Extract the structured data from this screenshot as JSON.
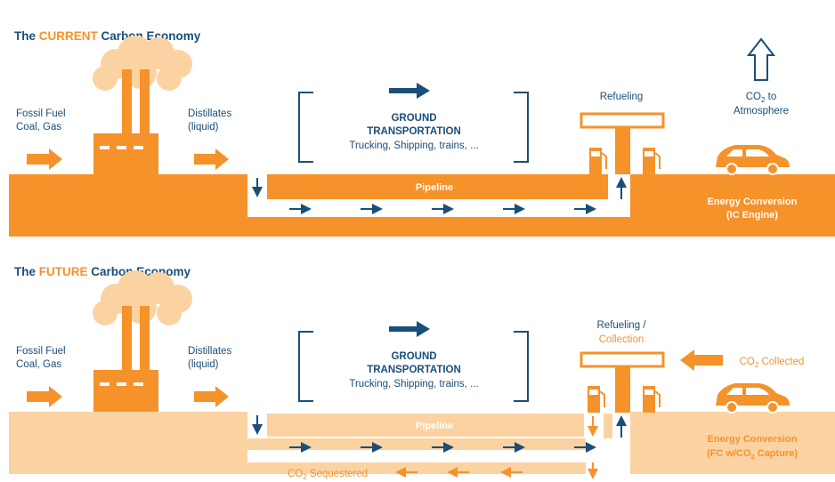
{
  "top": {
    "title_prefix": "The ",
    "title_highlight": "CURRENT",
    "title_suffix": " Carbon Economy",
    "fossil_line1": "Fossil Fuel",
    "fossil_line2": "Coal, Gas",
    "distillates_line1": "Distillates",
    "distillates_line2": "(liquid)",
    "ground_line1": "GROUND",
    "ground_line2": "TRANSPORTATION",
    "ground_line3": "Trucking, Shipping, trains, ...",
    "pipeline": "Pipeline",
    "refueling": "Refueling",
    "co2_prefix": "CO",
    "co2_sub": "2",
    "co2_suffix": " to",
    "atmosphere": "Atmosphere",
    "energy_line1": "Energy Conversion",
    "energy_line2": "(IC Engine)"
  },
  "bottom": {
    "title_prefix": "The ",
    "title_highlight": "FUTURE",
    "title_suffix": " Carbon Economy",
    "fossil_line1": "Fossil Fuel",
    "fossil_line2": "Coal, Gas",
    "distillates_line1": "Distillates",
    "distillates_line2": "(liquid)",
    "ground_line1": "GROUND",
    "ground_line2": "TRANSPORTATION",
    "ground_line3": "Trucking, Shipping, trains, ...",
    "pipeline": "Pipeline",
    "refueling_line1": "Refueling /",
    "refueling_line2": "Collection",
    "co2_collected_prefix": "CO",
    "co2_collected_sub": "2",
    "co2_collected_suffix": " Collected",
    "co2_seq_prefix": "CO",
    "co2_seq_sub": "2",
    "co2_seq_suffix": " Sequestered",
    "energy_line1": "Energy Conversion",
    "energy_line2_prefix": "(FC w/CO",
    "energy_line2_sub": "2",
    "energy_line2_suffix": " Capture)"
  },
  "colors": {
    "orange": "#f5922a",
    "light_orange": "#fbd3a3",
    "smoke": "#fbd3a3",
    "navy": "#1a4e7a"
  }
}
